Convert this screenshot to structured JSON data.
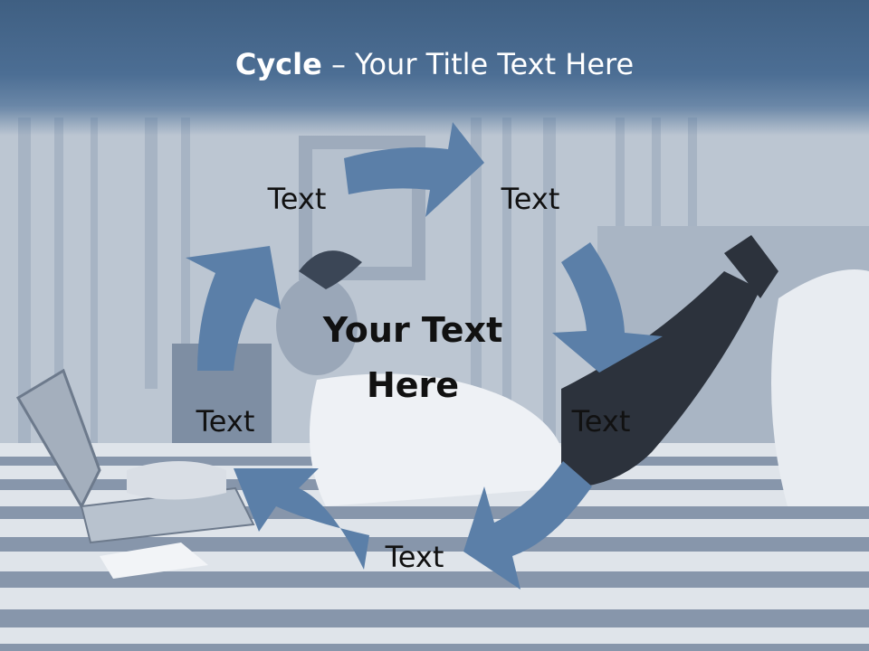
{
  "title": {
    "bold": "Cycle",
    "rest": " – Your Title Text Here"
  },
  "center": {
    "line1": "Your Text",
    "line2": "Here"
  },
  "nodes": [
    {
      "label": "Text"
    },
    {
      "label": "Text"
    },
    {
      "label": "Text"
    },
    {
      "label": "Text"
    },
    {
      "label": "Text"
    }
  ],
  "colors": {
    "arrow": "#5b7fa8",
    "title_band": "#46678b",
    "background": "#c9d2dd"
  }
}
